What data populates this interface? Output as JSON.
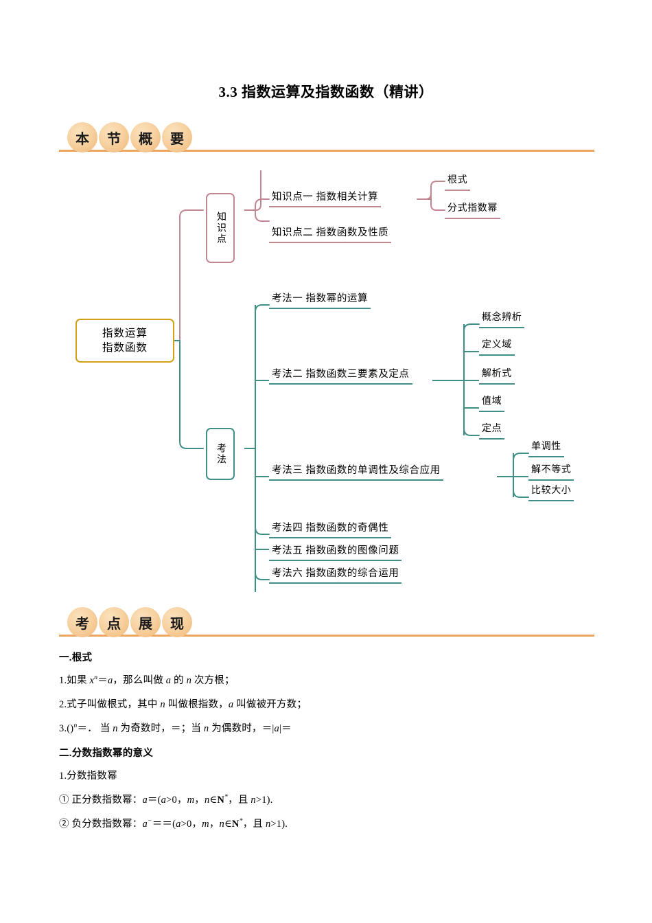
{
  "document": {
    "title": "3.3 指数运算及指数函数（精讲）"
  },
  "sections": {
    "overview": {
      "badge_chars": [
        "本",
        "节",
        "概",
        "要"
      ],
      "badge_label": "本节概要"
    },
    "exam_points": {
      "badge_chars": [
        "考",
        "点",
        "展",
        "现"
      ],
      "badge_label": "考点展现"
    }
  },
  "mindmap": {
    "root": {
      "line1": "指数运算",
      "line2": "指数函数"
    },
    "branches": [
      {
        "id": "knowledge",
        "label": "知识点",
        "color": "#c2868f",
        "items": [
          {
            "label": "知识点一  指数相关计算",
            "children": [
              "根式",
              "分式指数幂"
            ]
          },
          {
            "label": "知识点二  指数函数及性质",
            "children": []
          }
        ]
      },
      {
        "id": "methods",
        "label": "考法",
        "color": "#3f8f88",
        "items": [
          {
            "label": "考法一  指数幂的运算",
            "children": []
          },
          {
            "label": "考法二  指数函数三要素及定点",
            "children": [
              "概念辨析",
              "定义域",
              "解析式",
              "值域",
              "定点"
            ]
          },
          {
            "label": "考法三  指数函数的单调性及综合应用",
            "children": [
              "单调性",
              "解不等式",
              "比较大小"
            ]
          },
          {
            "label": "考法四  指数函数的奇偶性",
            "children": []
          },
          {
            "label": "考法五  指数函数的图像问题",
            "children": []
          },
          {
            "label": "考法六  指数函数的综合运用",
            "children": []
          }
        ]
      }
    ]
  },
  "content": {
    "part_one": {
      "heading": "一.根式",
      "lines": [
        "1.如果 x n ＝a，那么叫做 a 的 n 次方根；",
        "2.式子叫做根式，其中 n 叫做根指数，a 叫做被开方数；",
        "3.() n ＝．当 n 为奇数时，＝；当 n 为偶数时，＝|a|＝"
      ]
    },
    "part_two": {
      "heading": "二.分数指数幂的意义",
      "subheading": "1.分数指数幂",
      "items": [
        "① 正分数指数幂：a＝(a>0，m，n∈N*，且 n>1).",
        "② 负分数指数幂：a−＝＝(a>0，m，n∈N*，且 n>1)."
      ]
    }
  },
  "colors": {
    "accent_gold": "#d4a017",
    "rule_orange": "#eda45c",
    "branch_pink": "#c2868f",
    "branch_teal": "#3f8f88",
    "badge_fill": "#f3c68f"
  }
}
